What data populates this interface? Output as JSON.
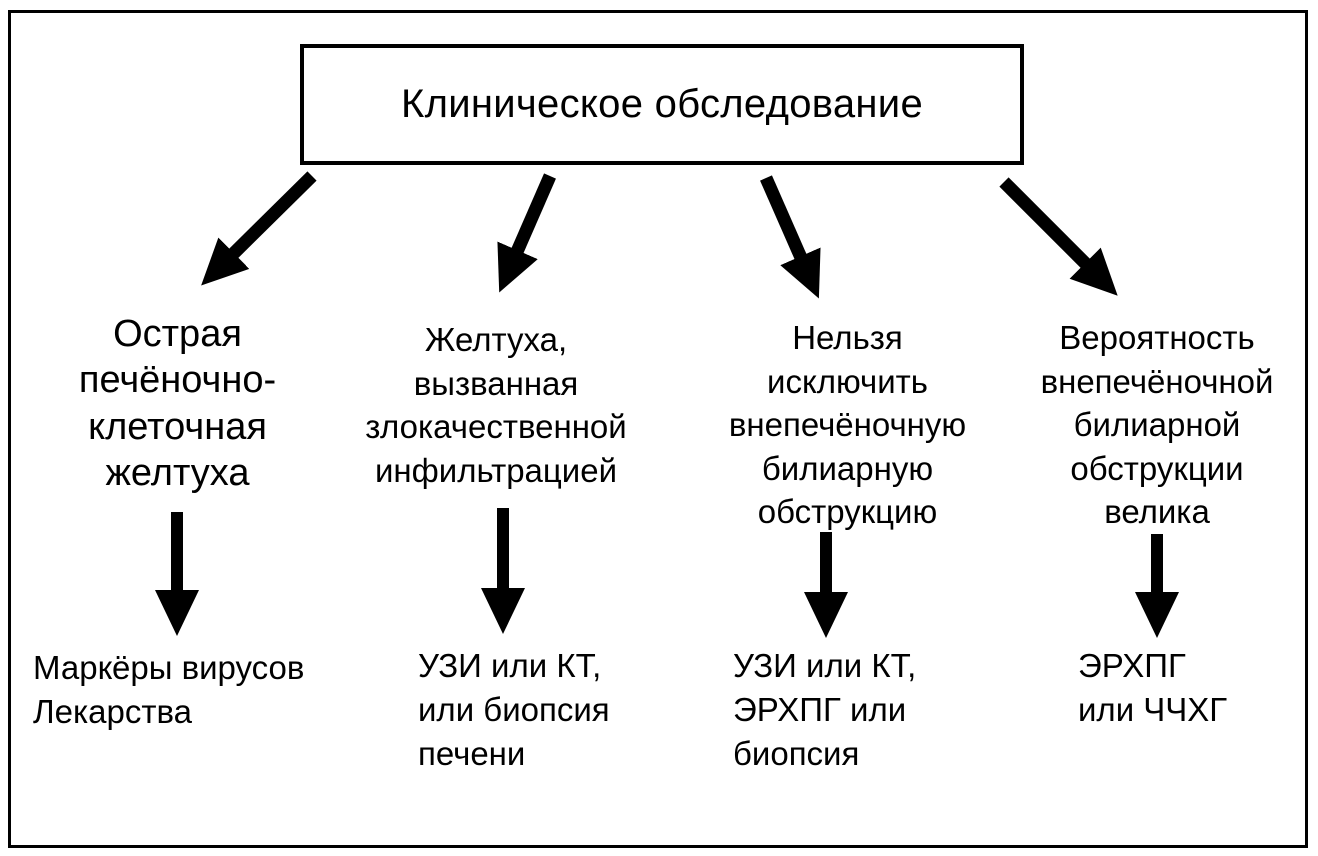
{
  "title": "Клиническое обследование",
  "categories": [
    "Острая\nпечёночно-\nклеточная\nжелтуха",
    "Желтуха,\nвызванная\nзлокачественной\nинфильтрацией",
    "Нельзя\nисключить\nвнепечёночную\nбилиарную\nобструкцию",
    "Вероятность\nвнепечёночной\nбилиарной\nобструкции\nвелика"
  ],
  "actions": [
    "Маркёры вирусов\nЛекарства",
    "УЗИ или КТ,\nили биопсия\nпечени",
    "УЗИ или КТ,\nЭРХПГ или\nбиопсия",
    "ЭРХПГ\nили ЧЧХГ"
  ]
}
